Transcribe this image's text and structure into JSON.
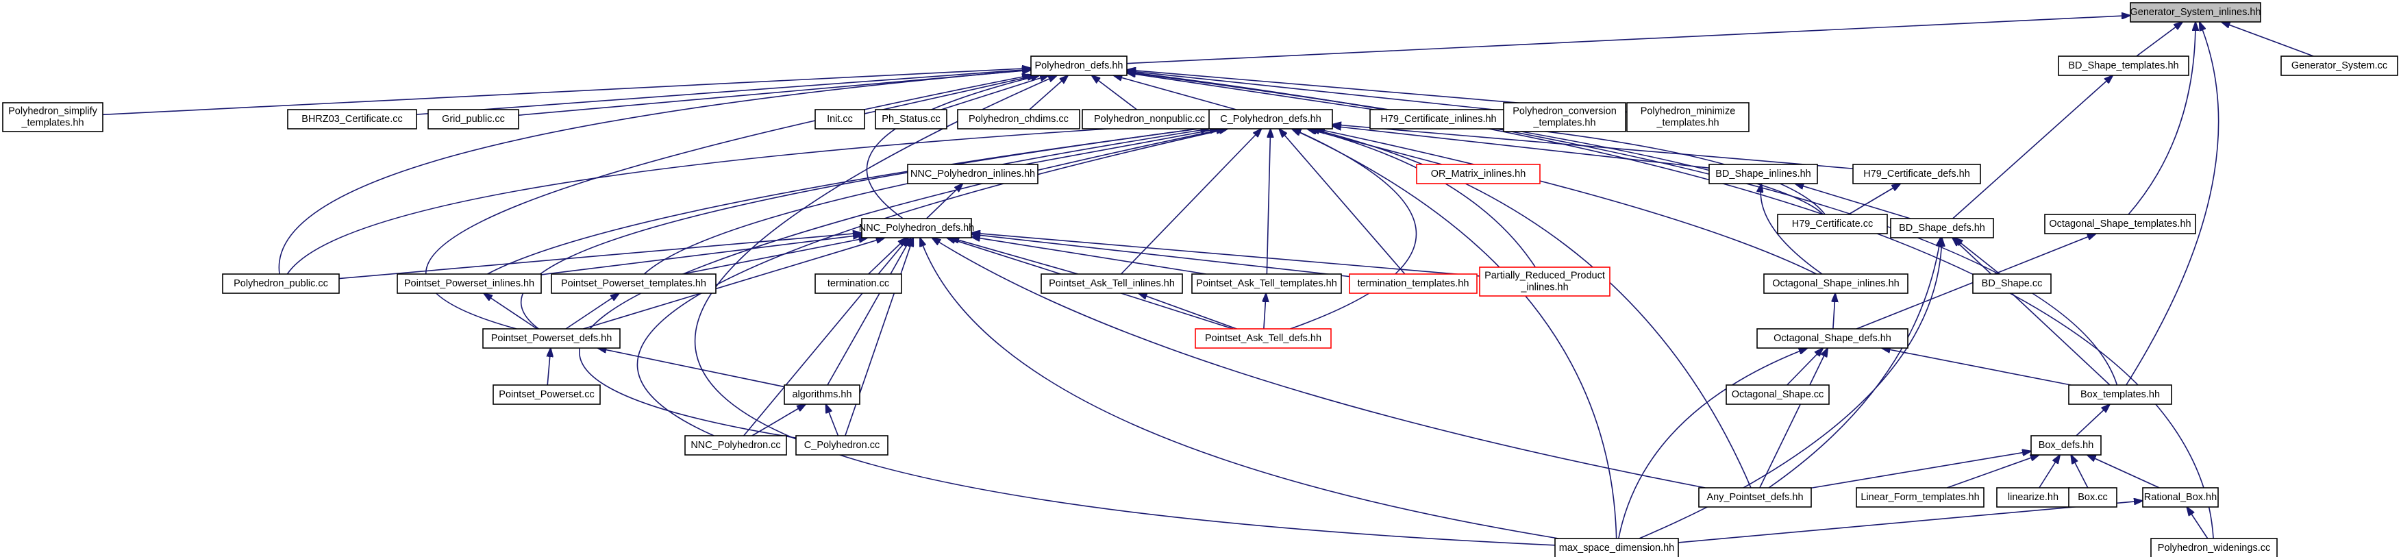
{
  "graph": {
    "edge_color": "#191970",
    "root_fill": "#bfbfbf",
    "highlight_border": "#ff0000",
    "nodes": [
      {
        "id": "gen",
        "label": [
          "Generator_System_inlines.hh"
        ],
        "root": true
      },
      {
        "id": "bdt",
        "label": [
          "BD_Shape_templates.hh"
        ]
      },
      {
        "id": "gsc",
        "label": [
          "Generator_System.cc"
        ]
      },
      {
        "id": "pdefs",
        "label": [
          "Polyhedron_defs.hh"
        ]
      },
      {
        "id": "psimp",
        "label": [
          "Polyhedron_simplify",
          "_templates.hh"
        ]
      },
      {
        "id": "bhrz",
        "label": [
          "BHRZ03_Certificate.cc"
        ]
      },
      {
        "id": "grid",
        "label": [
          "Grid_public.cc"
        ]
      },
      {
        "id": "init",
        "label": [
          "Init.cc"
        ]
      },
      {
        "id": "phs",
        "label": [
          "Ph_Status.cc"
        ]
      },
      {
        "id": "pchd",
        "label": [
          "Polyhedron_chdims.cc"
        ]
      },
      {
        "id": "pnp",
        "label": [
          "Polyhedron_nonpublic.cc"
        ]
      },
      {
        "id": "cpd",
        "label": [
          "C_Polyhedron_defs.hh"
        ]
      },
      {
        "id": "h79ci",
        "label": [
          "H79_Certificate_inlines.hh"
        ]
      },
      {
        "id": "pconv",
        "label": [
          "Polyhedron_conversion",
          "_templates.hh"
        ]
      },
      {
        "id": "pmin",
        "label": [
          "Polyhedron_minimize",
          "_templates.hh"
        ]
      },
      {
        "id": "nnci",
        "label": [
          "NNC_Polyhedron_inlines.hh"
        ]
      },
      {
        "id": "orm",
        "label": [
          "OR_Matrix_inlines.hh"
        ],
        "red": true
      },
      {
        "id": "bdsi",
        "label": [
          "BD_Shape_inlines.hh"
        ]
      },
      {
        "id": "h79cd",
        "label": [
          "H79_Certificate_defs.hh"
        ]
      },
      {
        "id": "h79cc",
        "label": [
          "H79_Certificate.cc"
        ]
      },
      {
        "id": "octt",
        "label": [
          "Octagonal_Shape_templates.hh"
        ]
      },
      {
        "id": "nncd",
        "label": [
          "NNC_Polyhedron_defs.hh"
        ]
      },
      {
        "id": "bdsd",
        "label": [
          "BD_Shape_defs.hh"
        ]
      },
      {
        "id": "ppub",
        "label": [
          "Polyhedron_public.cc"
        ]
      },
      {
        "id": "ppi",
        "label": [
          "Pointset_Powerset_inlines.hh"
        ]
      },
      {
        "id": "ppt",
        "label": [
          "Pointset_Powerset_templates.hh"
        ]
      },
      {
        "id": "term",
        "label": [
          "termination.cc"
        ]
      },
      {
        "id": "pati",
        "label": [
          "Pointset_Ask_Tell_inlines.hh"
        ]
      },
      {
        "id": "patt",
        "label": [
          "Pointset_Ask_Tell_templates.hh"
        ]
      },
      {
        "id": "termt",
        "label": [
          "termination_templates.hh"
        ],
        "red": true
      },
      {
        "id": "prp",
        "label": [
          "Partially_Reduced_Product",
          "_inlines.hh"
        ],
        "red": true
      },
      {
        "id": "osi",
        "label": [
          "Octagonal_Shape_inlines.hh"
        ]
      },
      {
        "id": "bdcc",
        "label": [
          "BD_Shape.cc"
        ]
      },
      {
        "id": "ppd",
        "label": [
          "Pointset_Powerset_defs.hh"
        ]
      },
      {
        "id": "patd",
        "label": [
          "Pointset_Ask_Tell_defs.hh"
        ],
        "red": true
      },
      {
        "id": "osd",
        "label": [
          "Octagonal_Shape_defs.hh"
        ]
      },
      {
        "id": "ppcc",
        "label": [
          "Pointset_Powerset.cc"
        ]
      },
      {
        "id": "alg",
        "label": [
          "algorithms.hh"
        ]
      },
      {
        "id": "occ",
        "label": [
          "Octagonal_Shape.cc"
        ]
      },
      {
        "id": "boxt",
        "label": [
          "Box_templates.hh"
        ]
      },
      {
        "id": "nncp",
        "label": [
          "NNC_Polyhedron.cc"
        ]
      },
      {
        "id": "cpcc",
        "label": [
          "C_Polyhedron.cc"
        ]
      },
      {
        "id": "boxd",
        "label": [
          "Box_defs.hh"
        ]
      },
      {
        "id": "apd",
        "label": [
          "Any_Pointset_defs.hh"
        ]
      },
      {
        "id": "lft",
        "label": [
          "Linear_Form_templates.hh"
        ]
      },
      {
        "id": "lin",
        "label": [
          "linearize.hh"
        ]
      },
      {
        "id": "boxcc",
        "label": [
          "Box.cc"
        ]
      },
      {
        "id": "rbox",
        "label": [
          "Rational_Box.hh"
        ]
      },
      {
        "id": "msd",
        "label": [
          "max_space_dimension.hh"
        ]
      },
      {
        "id": "pwid",
        "label": [
          "Polyhedron_widenings.cc"
        ]
      }
    ]
  }
}
